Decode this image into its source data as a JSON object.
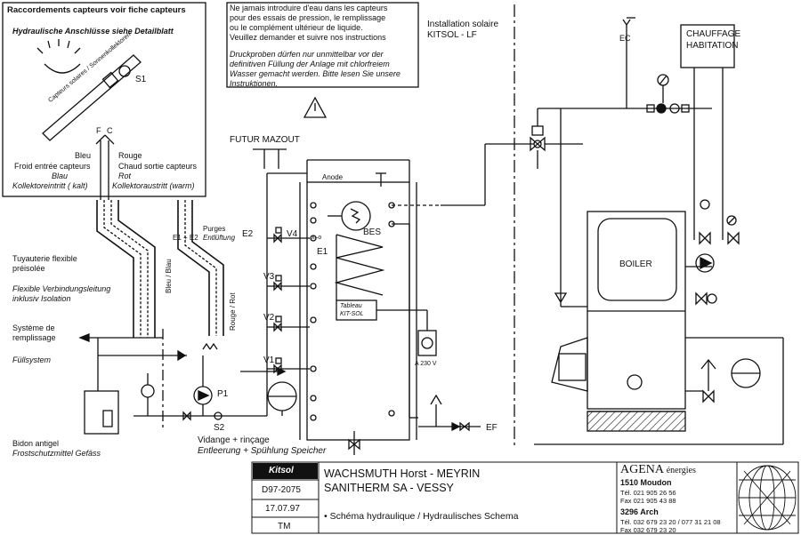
{
  "top_left_box": {
    "title": "Raccordements capteurs voir fiche capteurs",
    "subtitle": "Hydraulische  Anschlüsse siehe Detailblatt",
    "collector_label": "Capteurs solaires / Sonnenkollektoren",
    "s1": "S1",
    "f_label": "F",
    "c_label": "C",
    "bleu": "Bleu",
    "rouge": "Rouge",
    "froid_fr": "Froid entrée capteurs",
    "froid_de1": "Blau",
    "froid_de2": "Kollektoreintritt ( kalt)",
    "chaud_fr": "Chaud sortie capteurs",
    "chaud_de1": "Rot",
    "chaud_de2": "Kollektoraustritt (warm)"
  },
  "notice": {
    "line1": "Ne jamais introduire d'eau dans les capteurs",
    "line2": "pour des essais de pression, le remplissage",
    "line3": "ou le complément  ultérieur de liquide.",
    "line4": "Veuillez demander et suivre nos instructions",
    "de1": "Druckproben dürfen nur unmittelbar vor der",
    "de2": "definitiven Füllung der Anlage mit chlorfreiem",
    "de3": "Wasser gemacht werden. Bitte lesen Sie unsere",
    "de4": "Instruktionen."
  },
  "install": {
    "line1": "Installation solaire",
    "line2": "KITSOL - LF"
  },
  "ec": "EC",
  "chauffage": {
    "line1": "CHAUFFAGE",
    "line2": "HABITATION"
  },
  "futur_mazout": "FUTUR MAZOUT",
  "anode": "Anode",
  "bes": "BES",
  "e1": "E1",
  "e2": "E2",
  "xo": "x–o",
  "purges": {
    "e1e2": "E1 + E2",
    "fr": "Purges",
    "de": "Entlüftung"
  },
  "valves": {
    "v1": "V1",
    "v2": "V2",
    "v3": "V3",
    "v4": "V4"
  },
  "tableau": {
    "line1": "Tableau",
    "line2": "KIT-SOL"
  },
  "power": "A 230 V",
  "boiler": "BOILER",
  "ef": "EF",
  "left_labels": {
    "tuyauterie1": "Tuyauterie flexible",
    "tuyauterie2": "préisolée",
    "flex1": "Flexible Verbindungsleitung",
    "flex2": "inklusiv Isolation",
    "systeme1": "Système de",
    "systeme2": "remplissage",
    "fullsystem": "Füllsystem",
    "bidon": "Bidon antigel",
    "frost": "Frostschutzmittel Gefäss"
  },
  "pipe_labels": {
    "blau": "Bleu / Blau",
    "rot": "Rouge / Rot"
  },
  "p1": "P1",
  "s2": "S2",
  "vidange": {
    "fr": "Vidange + rinçage",
    "de": "Entleerung + Spühlung Speicher"
  },
  "title_block": {
    "kitsol": "Kitsol",
    "number": "D97-2075",
    "date": "17.07.97",
    "initials": "TM",
    "client1": "WACHSMUTH Horst  -  MEYRIN",
    "client2": "SANITHERM SA  -  VESSY",
    "schema": "• Schéma hydraulique / Hydraulisches Schema",
    "company": "AGENA",
    "company_suffix": "énergies",
    "loc1": "1510 Moudon",
    "tel1": "Tél.  021 905 26 56",
    "fax1": "Fax  021 905 43 88",
    "loc2": "3296 Arch",
    "tel2": "Tél. 032 679 23 20 / 077 31 21 08",
    "fax2": "Fax 032 679 23 20"
  }
}
